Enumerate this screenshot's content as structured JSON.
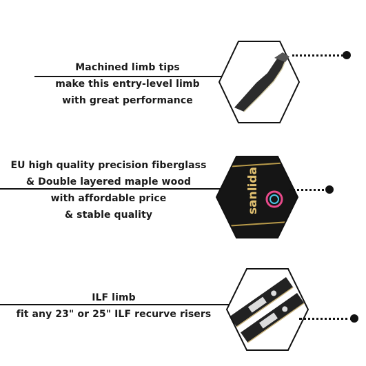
{
  "features": [
    {
      "lines": [
        "Machined limb tips",
        "make this entry-level limb",
        "with great performance"
      ]
    },
    {
      "lines": [
        "EU high quality precision fiberglass",
        "& Double layered maple wood",
        "with affordable price",
        "& stable quality"
      ]
    },
    {
      "lines": [
        "ILF limb",
        "fit any 23\" or 25\" ILF recurve risers"
      ]
    }
  ],
  "logo_text": "sanlida"
}
